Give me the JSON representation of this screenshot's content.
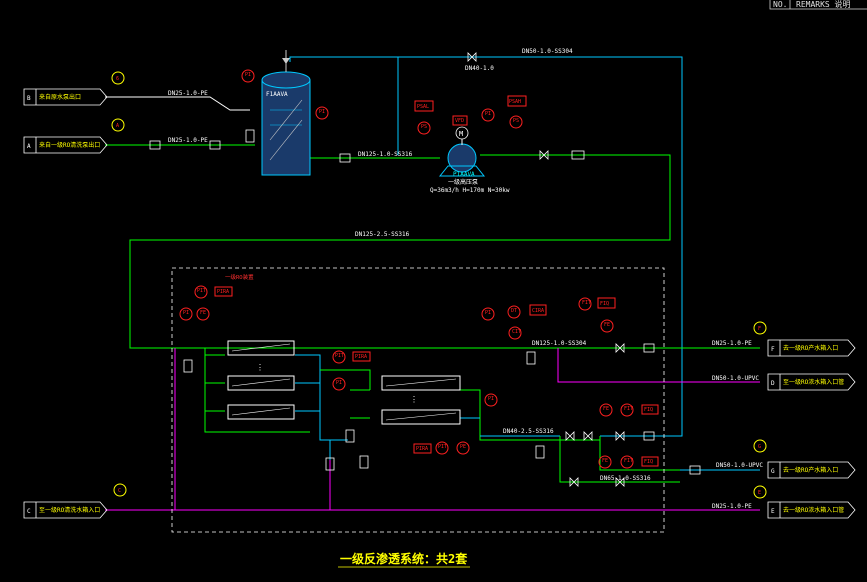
{
  "title_block": {
    "no_label": "NO.",
    "remarks_label": "REMARKS 说明"
  },
  "bottom_title": "一级反渗透系统：共2套",
  "connectors": [
    {
      "letter": "B",
      "text": "来自原水泵出口"
    },
    {
      "letter": "A",
      "text": "来自一级RO清洗泵出口"
    },
    {
      "letter": "C",
      "text": "至一级RO清洗水箱入口"
    },
    {
      "letter": "F",
      "text": "去一级RO产水箱入口"
    },
    {
      "letter": "D",
      "text": "至一级RO浓水箱入口管"
    },
    {
      "letter": "G",
      "text": "去一级RO产水箱入口"
    },
    {
      "letter": "E",
      "text": "去一级RO浓水箱入口管"
    }
  ],
  "instrument_tags": [
    "PI",
    "FI",
    "PIT",
    "PSAL",
    "PS",
    "PSAH",
    "FE",
    "FIT",
    "FIQ",
    "DT",
    "CIT",
    "CIA",
    "VFD"
  ],
  "line_labels": {
    "l1": "DN25-1.0-PE",
    "l2": "DN25-1.0-PE",
    "l3": "DN50-1.0-SS304",
    "l4": "DN125-2.5-SS316",
    "l5": "DN125-1.0-SS304",
    "l6": "DN40-2.5-SS316",
    "l7": "DN50-1.0-UPVC",
    "l8": "DN25-1.0-PE",
    "l9": "DN50-1.0-UPVC",
    "l10": "DN25-1.0-PE",
    "l11": "DN125-1.0-SS316",
    "l12": "DN65-1.0-SS316",
    "l13": "DN40-1.0"
  },
  "equipment": {
    "filter_tag": "F1AAVA",
    "pump_tag": "P1AAVA",
    "pump_desc": "一级高压泵",
    "pump_spec": "Q=36m3/h H=170m N=30kw",
    "ro_skid_label": "一级RO装置"
  },
  "colors": {
    "green": "#00ff00",
    "cyan": "#00c8ff",
    "magenta": "#ff00ff",
    "yellow": "#ffff00",
    "red": "#ff2020",
    "white": "#ffffff"
  }
}
